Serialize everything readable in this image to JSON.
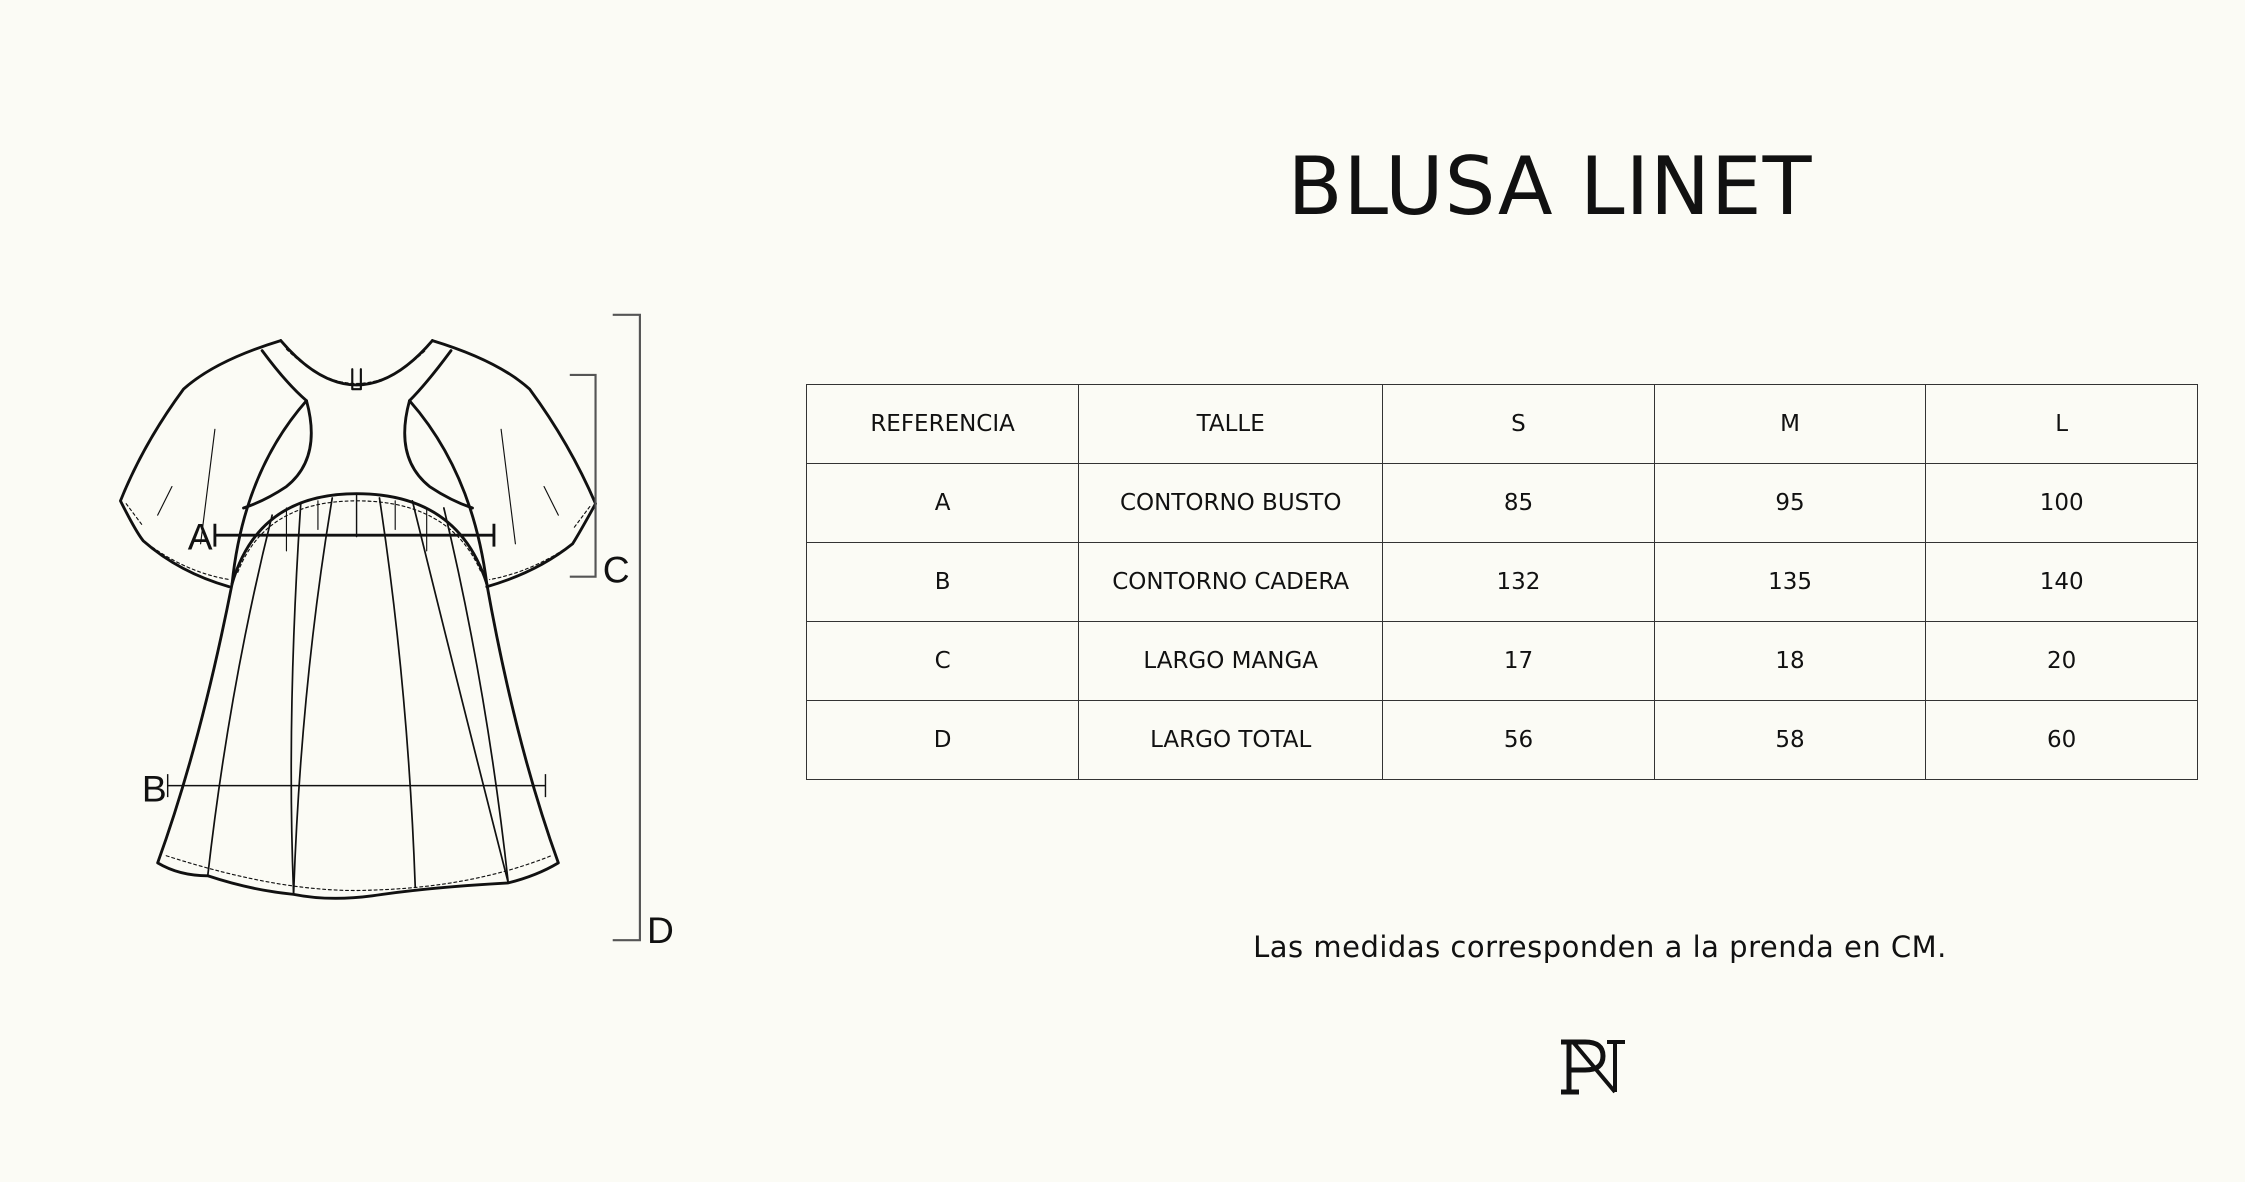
{
  "title": "BLUSA LINET",
  "diagram": {
    "labels": {
      "a": "A",
      "b": "B",
      "c": "C",
      "d": "D"
    }
  },
  "table": {
    "headers": [
      "REFERENCIA",
      "TALLE",
      "S",
      "M",
      "L"
    ],
    "rows": [
      [
        "A",
        "CONTORNO BUSTO",
        "85",
        "95",
        "100"
      ],
      [
        "B",
        "CONTORNO CADERA",
        "132",
        "135",
        "140"
      ],
      [
        "C",
        "LARGO MANGA",
        "17",
        "18",
        "20"
      ],
      [
        "D",
        "LARGO TOTAL",
        "56",
        "58",
        "60"
      ]
    ]
  },
  "note": "Las medidas corresponden a la prenda en CM.",
  "logo": {
    "text": "PN"
  }
}
